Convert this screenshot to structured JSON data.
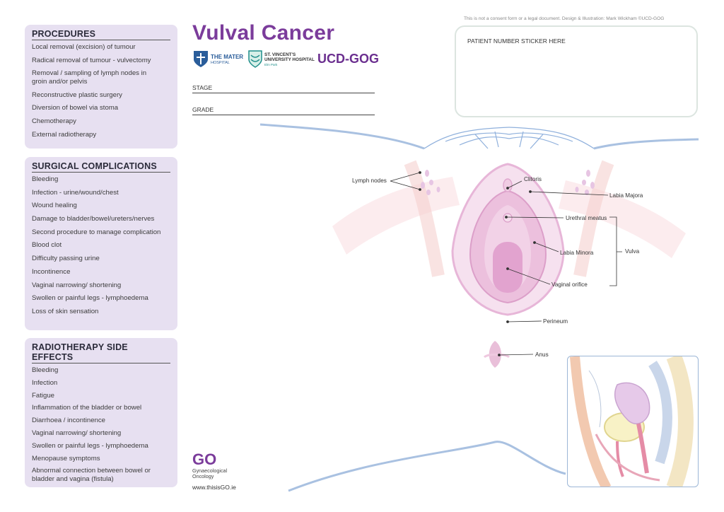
{
  "panels": {
    "procedures": {
      "title": "PROCEDURES",
      "items": [
        "Local removal (excision) of tumour",
        "Radical removal of tumour - vulvectomy",
        "Removal / sampling of lymph nodes in groin and/or pelvis",
        "Reconstructive plastic surgery",
        "Diversion of bowel via stoma",
        "Chemotherapy",
        "External radiotherapy"
      ]
    },
    "surgical": {
      "title": "SURGICAL COMPLICATIONS",
      "items": [
        "Bleeding",
        "Infection - urine/wound/chest",
        "Wound healing",
        "Damage to bladder/bowel/ureters/nerves",
        "Second procedure to manage complication",
        "Blood clot",
        "Difficulty passing urine",
        "Incontinence",
        "Vaginal narrowing/ shortening",
        "Swollen or painful legs - lymphoedema",
        "Loss of skin sensation"
      ]
    },
    "radiotherapy": {
      "title": "RADIOTHERAPY SIDE EFFECTS",
      "items": [
        "Bleeding",
        "Infection",
        "Fatigue",
        "Inflammation of the bladder or bowel",
        "Diarrhoea / incontinence",
        "Vaginal narrowing/ shortening",
        "Swollen or painful legs - lymphoedema",
        "Menopause symptoms",
        "Abnormal connection between bowel or bladder and vagina (fistula)"
      ]
    }
  },
  "title": "Vulval Cancer",
  "logos": {
    "mater_main": "THE MATER",
    "mater_sub": "HOSPITAL",
    "svuh_main_1": "ST. VINCENT'S",
    "svuh_main_2": "UNIVERSITY HOSPITAL",
    "svuh_sub": "Elm Park",
    "ucd": "UCD-GOG"
  },
  "fields": {
    "stage": "STAGE",
    "grade": "GRADE"
  },
  "disclaimer": "This is not a consent form or a legal document. Design & Illustration: Mark Wickham ©UCD-GOG",
  "sticker_label": "PATIENT NUMBER STICKER HERE",
  "diagram_labels": {
    "lymph": "Lymph nodes",
    "clitoris": "Clitoris",
    "labia_majora": "Labia Majora",
    "urethral": "Urethral meatus",
    "labia_minora": "Labia Minora",
    "vulva": "Vulva",
    "vaginal": "Vaginal orifice",
    "perineum": "Perineum",
    "anus": "Anus"
  },
  "go_logo": {
    "mark": "GO",
    "line1": "Gynaecological",
    "line2": "Oncology",
    "url": "www.thisisGO.ie"
  },
  "colors": {
    "panel_bg": "#e7e0f1",
    "title": "#7b3c9b",
    "anatomy_pink": "#e7b6d8",
    "outline_blue": "#9cb6d6"
  }
}
